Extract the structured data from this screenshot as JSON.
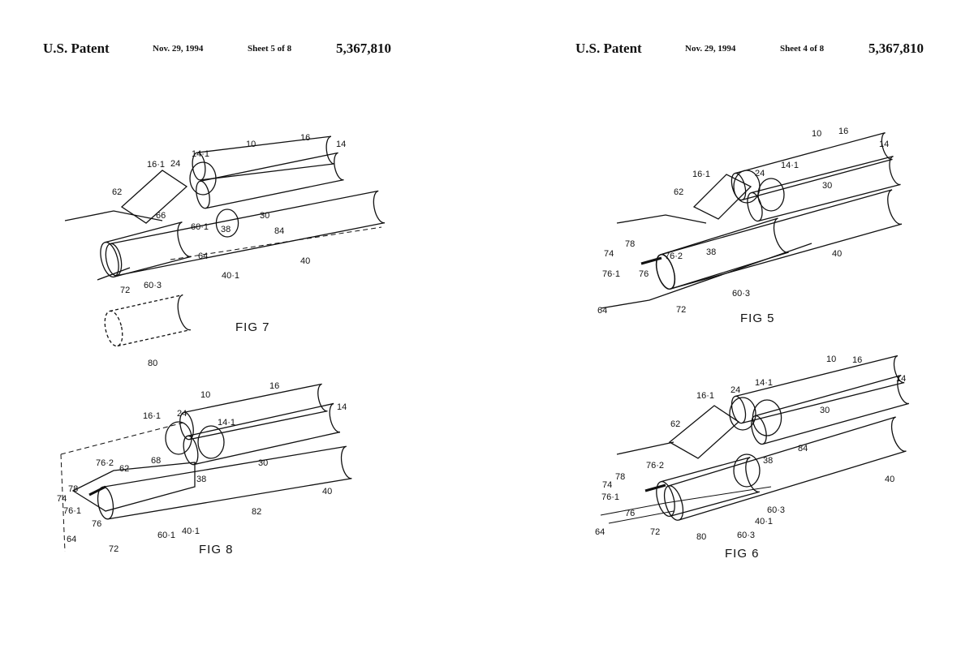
{
  "left_sheet": {
    "header": {
      "title": "U.S. Patent",
      "date": "Nov. 29, 1994",
      "sheet": "Sheet 5 of 8",
      "number": "5,367,810"
    },
    "fig7": {
      "caption": "FIG 7",
      "labels": [
        "10",
        "16",
        "14",
        "14·1",
        "24",
        "16·1",
        "62",
        "66",
        "60·1",
        "30",
        "38",
        "84",
        "40",
        "64",
        "40·1",
        "72",
        "60·3",
        "80"
      ]
    },
    "fig8": {
      "caption": "FIG 8",
      "labels": [
        "10",
        "16",
        "14",
        "16·1",
        "24",
        "14·1",
        "76·2",
        "62",
        "68",
        "38",
        "30",
        "82",
        "40",
        "78",
        "74",
        "76·1",
        "76",
        "60·1",
        "40·1",
        "64",
        "72"
      ]
    }
  },
  "right_sheet": {
    "header": {
      "title": "U.S. Patent",
      "date": "Nov. 29, 1994",
      "sheet": "Sheet 4 of 8",
      "number": "5,367,810"
    },
    "fig5": {
      "caption": "FIG 5",
      "labels": [
        "10",
        "16",
        "14",
        "16·1",
        "24",
        "14·1",
        "30",
        "62",
        "76·2",
        "38",
        "78",
        "74",
        "76·1",
        "76",
        "40",
        "60·3",
        "64",
        "72"
      ]
    },
    "fig6": {
      "caption": "FIG 6",
      "labels": [
        "10",
        "16",
        "14",
        "16·1",
        "24",
        "14·1",
        "30",
        "62",
        "78",
        "76·2",
        "74",
        "76·1",
        "38",
        "84",
        "40",
        "76",
        "64",
        "72",
        "80",
        "60·3",
        "40·1",
        "60·3"
      ]
    }
  }
}
